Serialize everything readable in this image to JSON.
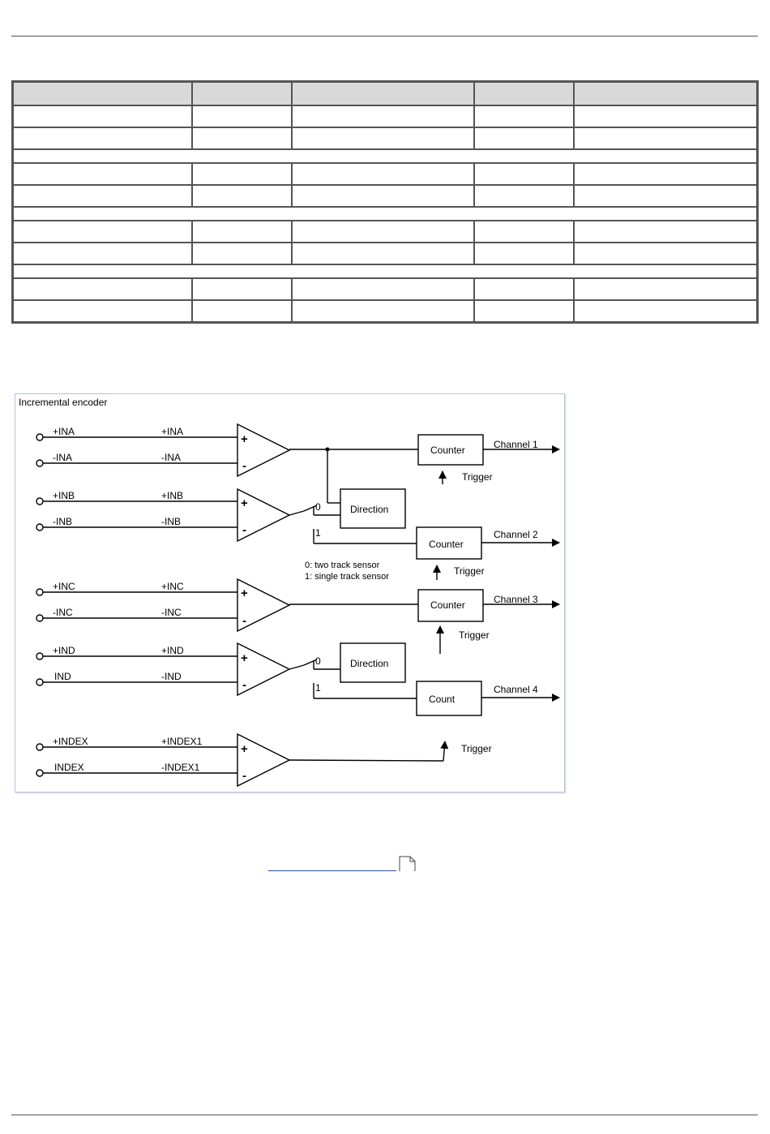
{
  "figure": {
    "title": "Incremental encoder",
    "inputs": [
      {
        "pin_plus": "+INA",
        "pin_minus": "-INA",
        "sig_plus": "+INA",
        "sig_minus": "-INA"
      },
      {
        "pin_plus": "+INB",
        "pin_minus": "-INB",
        "sig_plus": "+INB",
        "sig_minus": "-INB"
      },
      {
        "pin_plus": "+INC",
        "pin_minus": "-INC",
        "sig_plus": "+INC",
        "sig_minus": "-INC"
      },
      {
        "pin_plus": "+IND",
        "pin_minus": "IND",
        "sig_plus": "+IND",
        "sig_minus": "-IND"
      },
      {
        "pin_plus": "+INDEX",
        "pin_minus": "INDEX",
        "sig_plus": "+INDEX1",
        "sig_minus": "-INDEX1"
      }
    ],
    "plus_sign": "+",
    "minus_sign": "-",
    "blocks": {
      "counter1": "Counter",
      "counter2": "Counter",
      "counter3": "Counter",
      "count4": "Count",
      "direction1": "Direction",
      "direction2": "Direction"
    },
    "channels": [
      "Channel 1",
      "Channel 2",
      "Channel 3",
      "Channel 4"
    ],
    "trigger_label": "Trigger",
    "switch_0": "0",
    "switch_1": "1",
    "legend_line1": "0: two track sensor",
    "legend_line2": "1: single track sensor"
  }
}
